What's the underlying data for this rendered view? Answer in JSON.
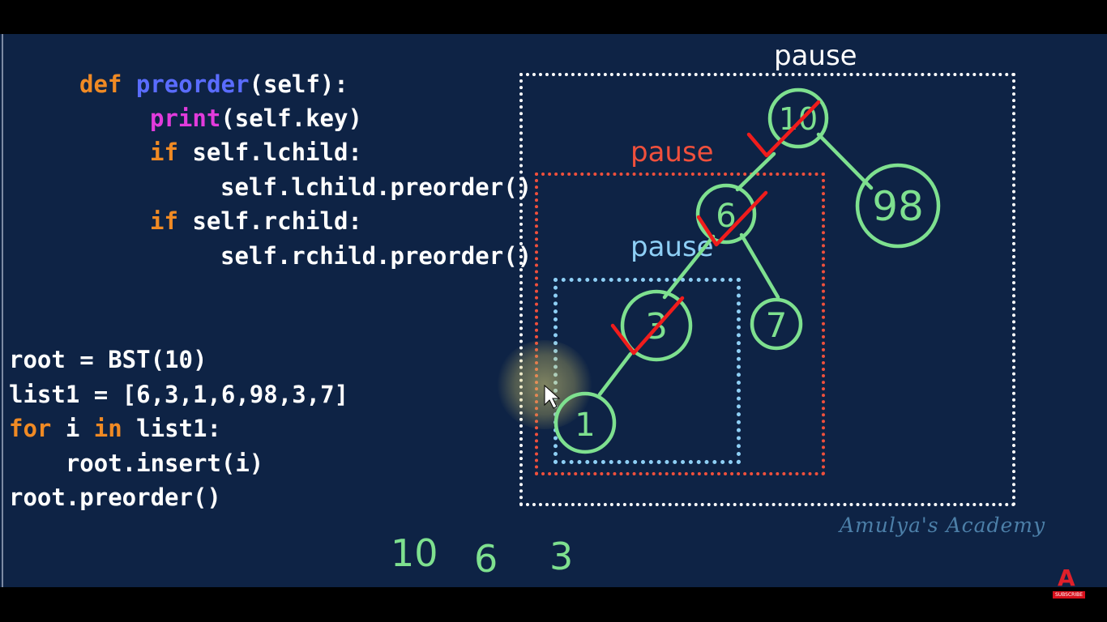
{
  "code_method": {
    "line1_kw": "def",
    "line1_fn": "preorder",
    "line1_rest": "(self):",
    "line2_fn": "print",
    "line2_rest": "(self.key)",
    "line3_kw": "if",
    "line3_rest": " self.lchild:",
    "line4": "self.lchild.preorder()",
    "line5_kw": "if",
    "line5_rest": " self.rchild:",
    "line6": "self.rchild.preorder()"
  },
  "code_main": {
    "line1": "root = BST(10)",
    "line2": "list1 = [6,3,1,6,98,3,7]",
    "line3_kw1": "for",
    "line3_mid": " i ",
    "line3_kw2": "in",
    "line3_rest": " list1:",
    "line4": "    root.insert(i)",
    "line5": "root.preorder()"
  },
  "labels": {
    "pause_white": "pause",
    "pause_red": "pause",
    "pause_blue": "pause"
  },
  "tree_nodes": [
    "10",
    "98",
    "6",
    "7",
    "3",
    "1"
  ],
  "output": [
    "10",
    "6",
    "3"
  ],
  "watermark": "Amulya's Academy",
  "logo": {
    "letter": "A",
    "caption": "SUBSCRIBE"
  },
  "colors": {
    "background": "#0e2345",
    "keyword": "#f08a24",
    "function": "#5a6cff",
    "builtin": "#e23bdc",
    "tree": "#7ee08f",
    "check": "#f01c1c",
    "box_white": "#ffffff",
    "box_red": "#f0503c",
    "box_blue": "#8ecff5"
  }
}
